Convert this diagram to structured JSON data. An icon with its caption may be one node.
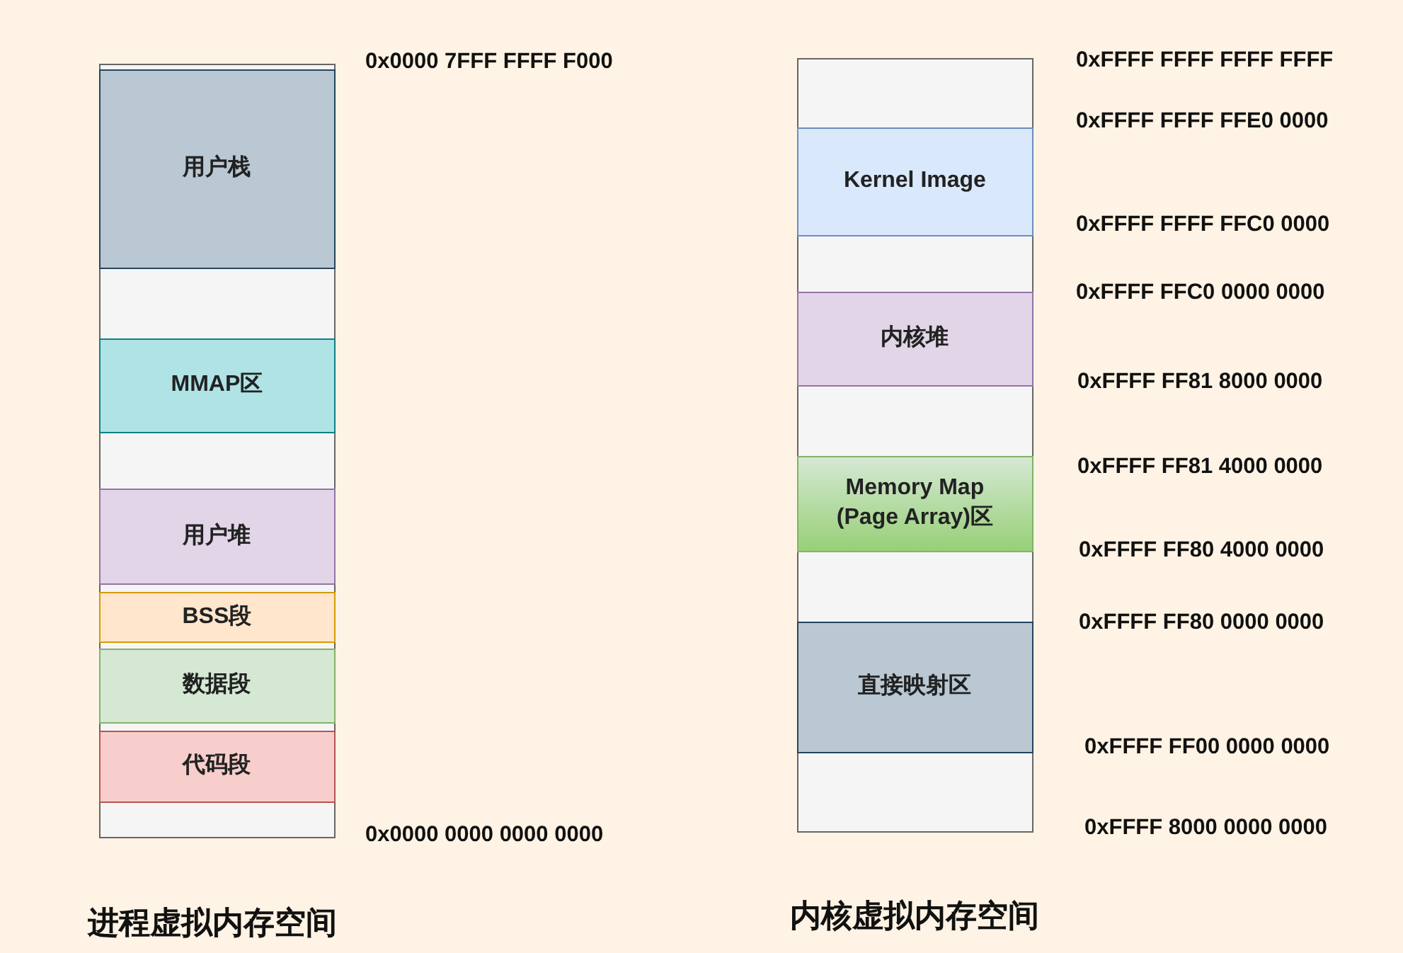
{
  "diagram": {
    "nodes": [
      {
        "text": [],
        "shape": "box"
      },
      {
        "text": [
          "用户栈"
        ],
        "in": 0
      },
      {
        "text": [
          "MMAP区"
        ],
        "in": 0
      },
      {
        "text": [
          "用户堆"
        ],
        "in": 0
      },
      {
        "text": [
          "BSS段"
        ],
        "in": 0
      },
      {
        "text": [
          "数据段"
        ],
        "in": 0
      },
      {
        "text": [
          "代码段"
        ],
        "in": 0
      },
      {
        "text": [],
        "shape": "box"
      },
      {
        "text": [
          "Kernel Image"
        ],
        "in": 7
      },
      {
        "text": [
          "内核堆"
        ],
        "in": 7
      },
      {
        "text": [
          "Memory Map (Page Array)区"
        ],
        "in": 7
      },
      {
        "text": [
          "直接映射区"
        ],
        "in": 7
      }
    ],
    "edges": [],
    "labels": [
      "0x0000 7FFF FFFF F000",
      "0x0000 0000 0000 0000",
      "进程虚拟内存空间",
      "0xFFFF FFFF FFFF FFFF",
      "0xFFFF FFFF FFE0 0000",
      "0xFFFF FFFF FFC0 0000",
      "0xFFFF FFC0 0000 0000",
      "0xFFFF FF81 8000 0000",
      "0xFFFF FF81 4000 0000",
      "0xFFFF FF80 4000 0000",
      "0xFFFF FF80 0000 0000",
      "0xFFFF FF00 0000 0000",
      "0xFFFF 8000 0000 0000",
      "内核虚拟内存空间"
    ]
  }
}
